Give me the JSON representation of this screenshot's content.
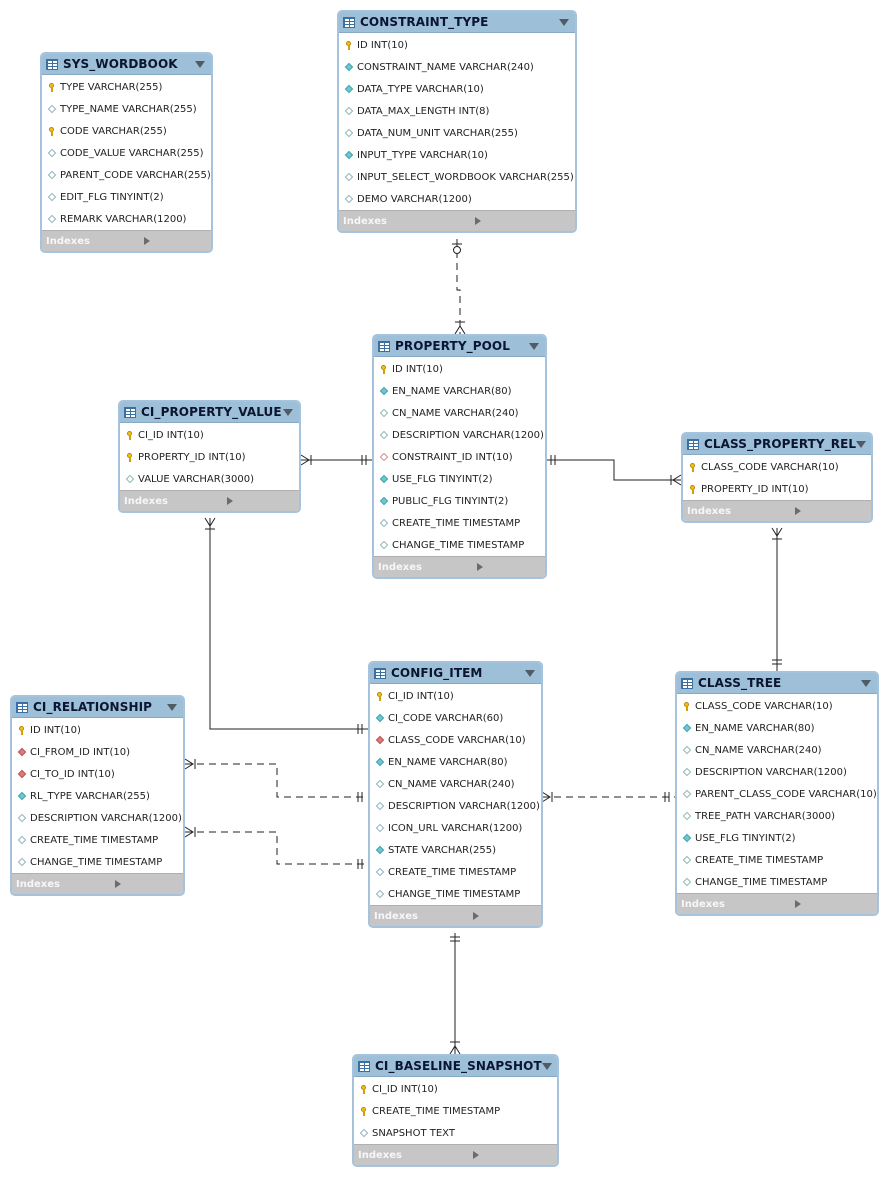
{
  "tables": {
    "constraint_type": {
      "name": "CONSTRAINT_TYPE",
      "indexes_label": "Indexes",
      "columns": [
        {
          "text": "ID INT(10)",
          "icon": "key"
        },
        {
          "text": "CONSTRAINT_NAME VARCHAR(240)",
          "icon": "filled"
        },
        {
          "text": "DATA_TYPE VARCHAR(10)",
          "icon": "filled"
        },
        {
          "text": "DATA_MAX_LENGTH INT(8)",
          "icon": "empty"
        },
        {
          "text": "DATA_NUM_UNIT VARCHAR(255)",
          "icon": "empty"
        },
        {
          "text": "INPUT_TYPE VARCHAR(10)",
          "icon": "filled"
        },
        {
          "text": "INPUT_SELECT_WORDBOOK VARCHAR(255)",
          "icon": "empty"
        },
        {
          "text": "DEMO VARCHAR(1200)",
          "icon": "empty"
        }
      ]
    },
    "sys_wordbook": {
      "name": "SYS_WORDBOOK",
      "indexes_label": "Indexes",
      "columns": [
        {
          "text": "TYPE VARCHAR(255)",
          "icon": "key"
        },
        {
          "text": "TYPE_NAME VARCHAR(255)",
          "icon": "empty"
        },
        {
          "text": "CODE VARCHAR(255)",
          "icon": "key"
        },
        {
          "text": "CODE_VALUE VARCHAR(255)",
          "icon": "empty"
        },
        {
          "text": "PARENT_CODE VARCHAR(255)",
          "icon": "empty"
        },
        {
          "text": "EDIT_FLG TINYINT(2)",
          "icon": "empty"
        },
        {
          "text": "REMARK VARCHAR(1200)",
          "icon": "empty"
        }
      ]
    },
    "property_pool": {
      "name": "PROPERTY_POOL",
      "indexes_label": "Indexes",
      "columns": [
        {
          "text": "ID INT(10)",
          "icon": "key"
        },
        {
          "text": "EN_NAME VARCHAR(80)",
          "icon": "filled"
        },
        {
          "text": "CN_NAME VARCHAR(240)",
          "icon": "empty"
        },
        {
          "text": "DESCRIPTION VARCHAR(1200)",
          "icon": "empty"
        },
        {
          "text": "CONSTRAINT_ID INT(10)",
          "icon": "fk-empty"
        },
        {
          "text": "USE_FLG TINYINT(2)",
          "icon": "filled"
        },
        {
          "text": "PUBLIC_FLG TINYINT(2)",
          "icon": "filled"
        },
        {
          "text": "CREATE_TIME TIMESTAMP",
          "icon": "empty"
        },
        {
          "text": "CHANGE_TIME TIMESTAMP",
          "icon": "empty"
        }
      ]
    },
    "ci_property_value": {
      "name": "CI_PROPERTY_VALUE",
      "indexes_label": "Indexes",
      "columns": [
        {
          "text": "CI_ID INT(10)",
          "icon": "key"
        },
        {
          "text": "PROPERTY_ID INT(10)",
          "icon": "key"
        },
        {
          "text": "VALUE VARCHAR(3000)",
          "icon": "empty"
        }
      ]
    },
    "class_property_rel": {
      "name": "CLASS_PROPERTY_REL",
      "indexes_label": "Indexes",
      "columns": [
        {
          "text": "CLASS_CODE VARCHAR(10)",
          "icon": "key"
        },
        {
          "text": "PROPERTY_ID INT(10)",
          "icon": "key"
        }
      ]
    },
    "config_item": {
      "name": "CONFIG_ITEM",
      "indexes_label": "Indexes",
      "columns": [
        {
          "text": "CI_ID INT(10)",
          "icon": "key"
        },
        {
          "text": "CI_CODE VARCHAR(60)",
          "icon": "filled"
        },
        {
          "text": "CLASS_CODE VARCHAR(10)",
          "icon": "fk"
        },
        {
          "text": "EN_NAME VARCHAR(80)",
          "icon": "filled"
        },
        {
          "text": "CN_NAME VARCHAR(240)",
          "icon": "empty"
        },
        {
          "text": "DESCRIPTION VARCHAR(1200)",
          "icon": "empty"
        },
        {
          "text": "ICON_URL VARCHAR(1200)",
          "icon": "empty"
        },
        {
          "text": "STATE VARCHAR(255)",
          "icon": "filled"
        },
        {
          "text": "CREATE_TIME TIMESTAMP",
          "icon": "empty"
        },
        {
          "text": "CHANGE_TIME TIMESTAMP",
          "icon": "empty"
        }
      ]
    },
    "ci_relationship": {
      "name": "CI_RELATIONSHIP",
      "indexes_label": "Indexes",
      "columns": [
        {
          "text": "ID INT(10)",
          "icon": "key"
        },
        {
          "text": "CI_FROM_ID INT(10)",
          "icon": "fk"
        },
        {
          "text": "CI_TO_ID INT(10)",
          "icon": "fk"
        },
        {
          "text": "RL_TYPE VARCHAR(255)",
          "icon": "filled"
        },
        {
          "text": "DESCRIPTION VARCHAR(1200)",
          "icon": "empty"
        },
        {
          "text": "CREATE_TIME TIMESTAMP",
          "icon": "empty"
        },
        {
          "text": "CHANGE_TIME TIMESTAMP",
          "icon": "empty"
        }
      ]
    },
    "class_tree": {
      "name": "CLASS_TREE",
      "indexes_label": "Indexes",
      "columns": [
        {
          "text": "CLASS_CODE VARCHAR(10)",
          "icon": "key"
        },
        {
          "text": "EN_NAME VARCHAR(80)",
          "icon": "filled"
        },
        {
          "text": "CN_NAME VARCHAR(240)",
          "icon": "empty"
        },
        {
          "text": "DESCRIPTION VARCHAR(1200)",
          "icon": "empty"
        },
        {
          "text": "PARENT_CLASS_CODE VARCHAR(10)",
          "icon": "empty"
        },
        {
          "text": "TREE_PATH VARCHAR(3000)",
          "icon": "empty"
        },
        {
          "text": "USE_FLG TINYINT(2)",
          "icon": "filled"
        },
        {
          "text": "CREATE_TIME TIMESTAMP",
          "icon": "empty"
        },
        {
          "text": "CHANGE_TIME TIMESTAMP",
          "icon": "empty"
        }
      ]
    },
    "ci_baseline_snapshot": {
      "name": "CI_BASELINE_SNAPSHOT",
      "indexes_label": "Indexes",
      "columns": [
        {
          "text": "CI_ID INT(10)",
          "icon": "key"
        },
        {
          "text": "CREATE_TIME TIMESTAMP",
          "icon": "key"
        },
        {
          "text": "SNAPSHOT TEXT",
          "icon": "empty"
        }
      ]
    }
  },
  "colors": {
    "header": "#9dbfd8",
    "border": "#a5c3dc",
    "footer": "#c6c6c6",
    "connector": "#222222"
  }
}
